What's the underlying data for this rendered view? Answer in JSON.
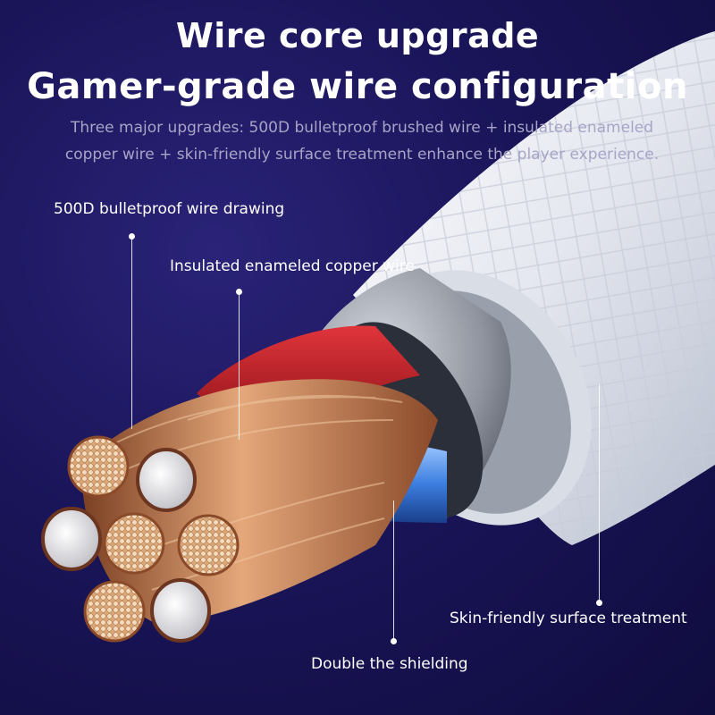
{
  "header": {
    "title_line1": "Wire core upgrade",
    "title_line2": "Gamer-grade wire configuration",
    "subtitle": "Three major upgrades: 500D bulletproof brushed wire + insulated enameled copper wire + skin-friendly surface treatment enhance the player experience."
  },
  "callouts": {
    "bulletproof": "500D bulletproof wire drawing",
    "copper": "Insulated enameled copper wire",
    "skin": "Skin-friendly surface treatment",
    "shielding": "Double the shielding"
  },
  "colors": {
    "background": "#1a1559",
    "text": "#ffffff",
    "subtitle": "#a7a4c6",
    "jacket": "#e9ecf2",
    "copper": "#c8865a",
    "red_core": "#b8161e",
    "blue_core": "#3d7fe0"
  }
}
